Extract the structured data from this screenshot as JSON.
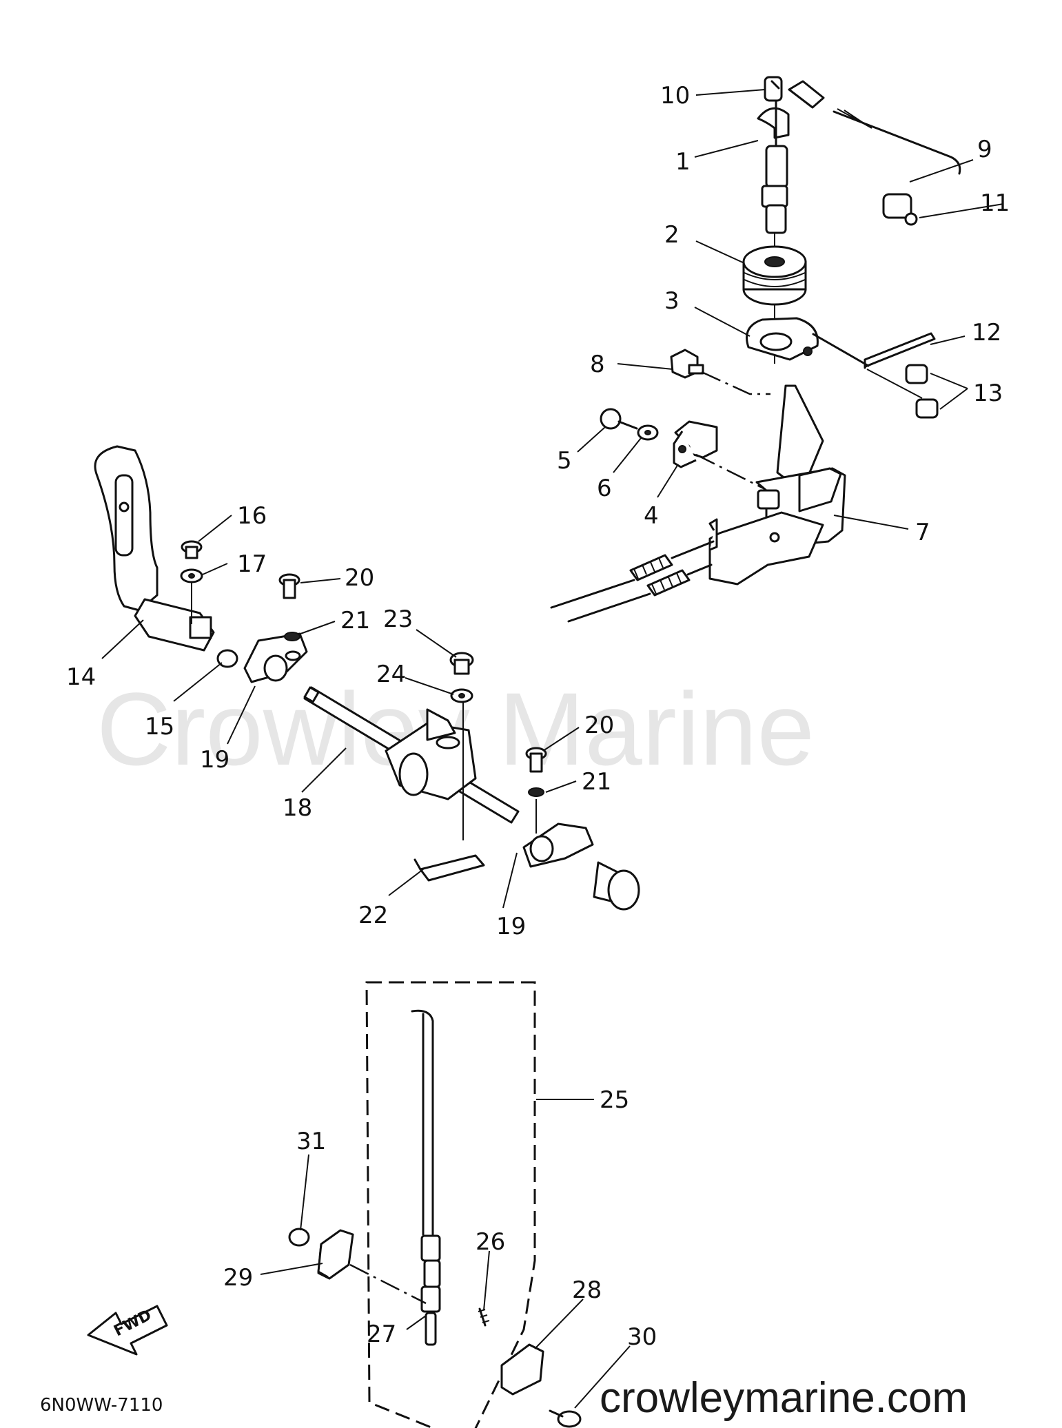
{
  "watermark": "Crowley Marine",
  "website": "crowleymarine.com",
  "diagram_code": "6N0WW-7110",
  "fwd_label": "FWD",
  "parts": [
    {
      "id": "label-10",
      "text": "10"
    },
    {
      "id": "label-1",
      "text": "1"
    },
    {
      "id": "label-9",
      "text": "9"
    },
    {
      "id": "label-11",
      "text": "11"
    },
    {
      "id": "label-2",
      "text": "2"
    },
    {
      "id": "label-3",
      "text": "3"
    },
    {
      "id": "label-12",
      "text": "12"
    },
    {
      "id": "label-8",
      "text": "8"
    },
    {
      "id": "label-13",
      "text": "13"
    },
    {
      "id": "label-5",
      "text": "5"
    },
    {
      "id": "label-6",
      "text": "6"
    },
    {
      "id": "label-4",
      "text": "4"
    },
    {
      "id": "label-7",
      "text": "7"
    },
    {
      "id": "label-16",
      "text": "16"
    },
    {
      "id": "label-17",
      "text": "17"
    },
    {
      "id": "label-20a",
      "text": "20"
    },
    {
      "id": "label-21a",
      "text": "21"
    },
    {
      "id": "label-23",
      "text": "23"
    },
    {
      "id": "label-14",
      "text": "14"
    },
    {
      "id": "label-24",
      "text": "24"
    },
    {
      "id": "label-15",
      "text": "15"
    },
    {
      "id": "label-19a",
      "text": "19"
    },
    {
      "id": "label-20b",
      "text": "20"
    },
    {
      "id": "label-21b",
      "text": "21"
    },
    {
      "id": "label-18",
      "text": "18"
    },
    {
      "id": "label-22",
      "text": "22"
    },
    {
      "id": "label-19b",
      "text": "19"
    },
    {
      "id": "label-25",
      "text": "25"
    },
    {
      "id": "label-31",
      "text": "31"
    },
    {
      "id": "label-26",
      "text": "26"
    },
    {
      "id": "label-29",
      "text": "29"
    },
    {
      "id": "label-28",
      "text": "28"
    },
    {
      "id": "label-30",
      "text": "30"
    },
    {
      "id": "label-27",
      "text": "27"
    }
  ]
}
